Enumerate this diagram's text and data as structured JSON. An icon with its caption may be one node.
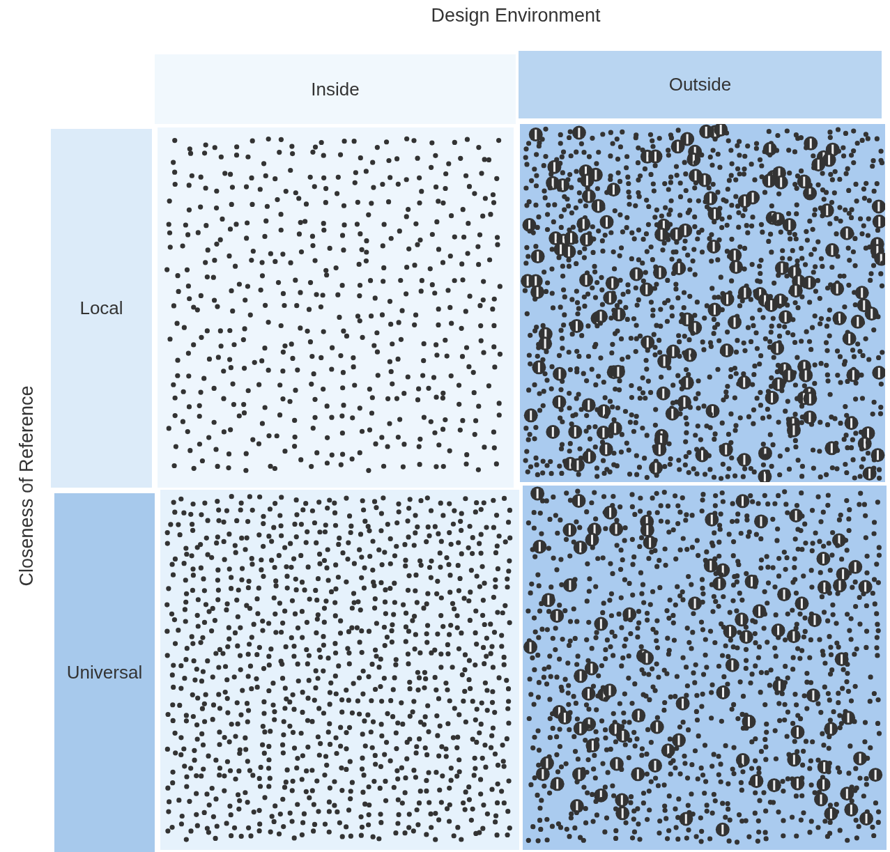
{
  "diagram": {
    "nodes": [
      {
        "text": [
          "Inside"
        ]
      },
      {
        "text": [
          "Outside"
        ]
      },
      {
        "text": [
          "Local"
        ]
      },
      {
        "text": [
          "Universal"
        ]
      },
      {
        "text": [],
        "shape": "box"
      },
      {
        "text": [],
        "shape": "box"
      },
      {
        "text": [],
        "shape": "box"
      },
      {
        "text": [],
        "shape": "box"
      }
    ],
    "labels": [
      "Design Environment",
      "Closeness of Reference"
    ]
  }
}
